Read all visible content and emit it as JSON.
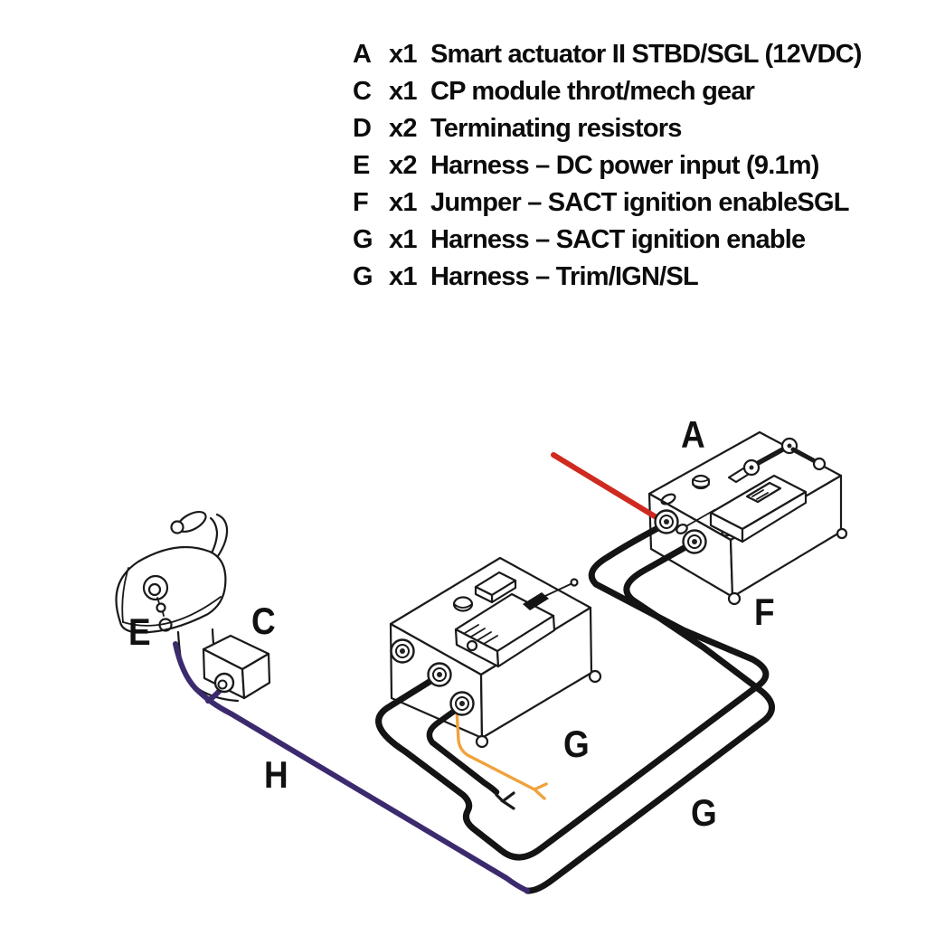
{
  "legend": {
    "items": [
      {
        "letter": "A",
        "qty": "x1",
        "desc": "Smart actuator II STBD/SGL (12VDC)"
      },
      {
        "letter": "C",
        "qty": "x1",
        "desc": "CP module throt/mech gear"
      },
      {
        "letter": "D",
        "qty": "x2",
        "desc": "Terminating resistors"
      },
      {
        "letter": "E",
        "qty": "x2",
        "desc": "Harness – DC power input (9.1m)"
      },
      {
        "letter": "F",
        "qty": "x1",
        "desc": "Jumper – SACT ignition enableSGL"
      },
      {
        "letter": "G",
        "qty": "x1",
        "desc": "Harness – SACT ignition enable"
      },
      {
        "letter": "G",
        "qty": "x1",
        "desc": "Harness – Trim/IGN/SL"
      }
    ]
  },
  "diagram": {
    "labels": {
      "actuator": "A",
      "cp_module": "C",
      "control_harness": "E",
      "jumper": "F",
      "module": "G",
      "harness_right": "G",
      "trim_harness": "H"
    }
  },
  "colors": {
    "line": "#1a1a1a",
    "cable": "#141414",
    "red_wire": "#cf2a1f",
    "purple_cable": "#3c2a6e",
    "orange_wire": "#f0a23c"
  }
}
